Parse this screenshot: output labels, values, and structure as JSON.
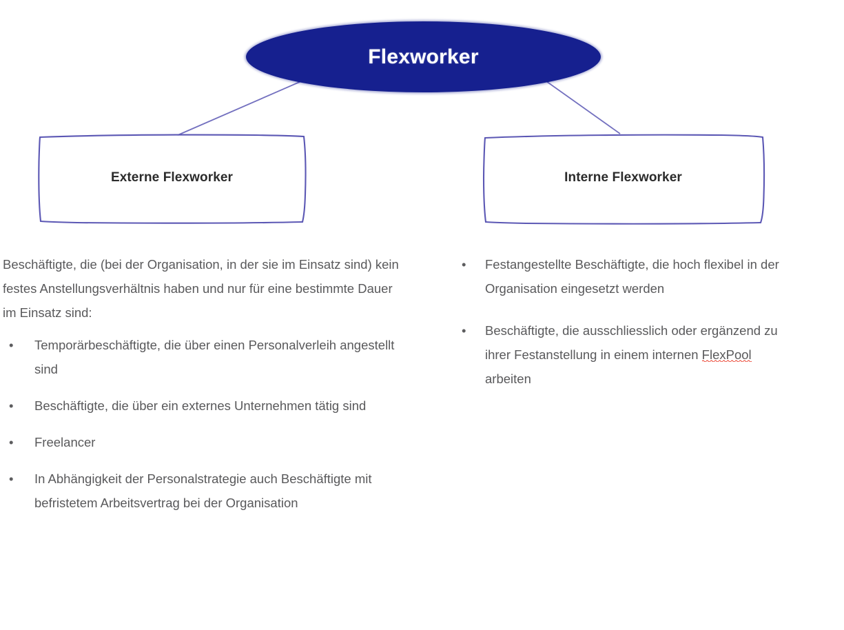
{
  "diagram": {
    "root": {
      "label": "Flexworker",
      "fill_color": "#16208f",
      "text_color": "#ffffff"
    },
    "branches": [
      {
        "id": "externe",
        "label": "Externe Flexworker",
        "border_color": "#5b57b4"
      },
      {
        "id": "interne",
        "label": "Interne Flexworker",
        "border_color": "#5b57b4"
      }
    ],
    "columns": {
      "left": {
        "intro": "Beschäftigte, die (bei der Organisation, in der sie im Einsatz sind) kein festes Anstellungsverhältnis haben und nur für eine bestimmte Dauer im Einsatz sind:",
        "bullet_marker": "•",
        "bullets": [
          "Temporärbeschäftigte, die über einen Personalverleih angestellt sind",
          "Beschäftigte, die über ein externes Unternehmen tätig sind",
          "Freelancer",
          "In Abhängigkeit der Personalstrategie auch Beschäftigte mit befristetem Arbeitsvertrag bei der Organisation"
        ]
      },
      "right": {
        "bullet_marker": "•",
        "bullets": [
          {
            "parts": [
              {
                "text": "Festangestellte Beschäftigte, die hoch flexibel in der Organisation eingesetzt werden",
                "spellcheck_error": false
              }
            ]
          },
          {
            "parts": [
              {
                "text": "Beschäftigte, die ausschliesslich oder ergänzend zu ihrer Festanstellung in einem internen ",
                "spellcheck_error": false
              },
              {
                "text": "FlexPool",
                "spellcheck_error": true
              },
              {
                "text": " arbeiten",
                "spellcheck_error": false
              }
            ]
          }
        ]
      }
    },
    "colors": {
      "navy": "#16208f",
      "sketch_border": "#5b57b4",
      "body_text": "#59595b",
      "heading_text": "#2b2b2b",
      "spellcheck_underline": "#e8301c"
    }
  }
}
